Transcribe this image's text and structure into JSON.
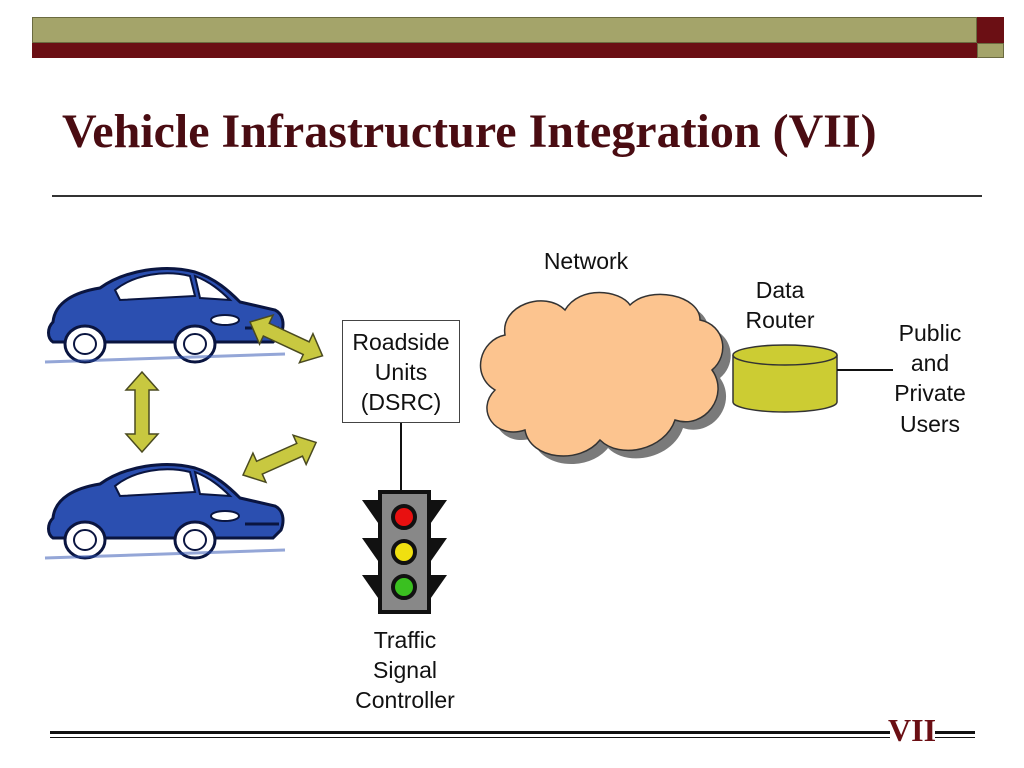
{
  "slide": {
    "title": "Vehicle Infrastructure Integration (VII)",
    "footer": "VII"
  },
  "diagram": {
    "rsu": [
      "Roadside",
      "Units",
      "(DSRC)"
    ],
    "network": "Network",
    "router": [
      "Data",
      "Router"
    ],
    "users": [
      "Public",
      "and",
      "Private",
      "Users"
    ],
    "signal": [
      "Traffic",
      "Signal",
      "Controller"
    ]
  },
  "icons": [
    "car-icon",
    "traffic-light-icon",
    "cloud-icon",
    "database-icon",
    "double-arrow-icon"
  ],
  "colors": {
    "title": "#4a0c12",
    "bar_olive": "#a4a46a",
    "bar_maroon": "#6b0f14",
    "arrow": "#c8c840",
    "cloud": "#fcc48f",
    "router": "#cccc33",
    "car": "#2b4fb0"
  }
}
